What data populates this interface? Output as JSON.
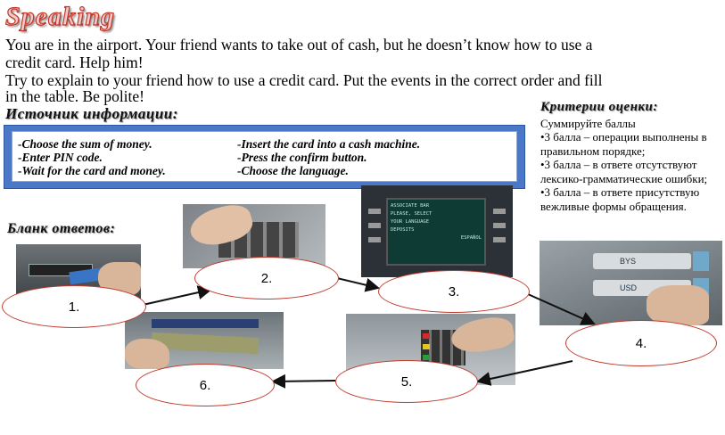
{
  "title": "Speaking",
  "task": {
    "line1": "You are in the airport. Your friend wants to take out of cash, but he doesn’t know how to use a",
    "line2": "credit card. Help him!",
    "line3": "Try to explain to your friend how to use a credit card. Put the events in the correct order and fill",
    "line4": "in the table. Be polite!"
  },
  "source_heading": "Источник информации:",
  "sources": [
    "-Choose the sum of money.",
    "-Enter PIN code.",
    "-Wait for the card and money.",
    "-Insert the card into a cash machine.",
    "-Press the confirm button.",
    "-Choose the language."
  ],
  "criteria": {
    "heading": "Критерии оценки:",
    "items": [
      "Суммируйте баллы",
      "•3 балла – операции выполнены в правильном порядке;",
      "•3 балла – в ответе отсутствуют лексико-грамматические ошибки;",
      "•3 балла – в ответе присутствую вежливые формы обращения."
    ]
  },
  "answer_heading": "Бланк ответов:",
  "steps": [
    "1.",
    "2.",
    "3.",
    "4.",
    "5.",
    "6."
  ],
  "atm_screen": {
    "line1": "ASSOCIATE BAR",
    "line2": "PLEASE, SELECT",
    "line3": "YOUR LANGUAGE",
    "line4": "DEPOSITS",
    "line5": "ESPAÑOL"
  },
  "atm_buttons": {
    "top": "BYS",
    "mid": "USD"
  },
  "colors": {
    "title_fill": "#f3c9c9",
    "title_stroke": "#c0392b",
    "box_border": "#4a77c6",
    "oval_border": "#c0392b"
  }
}
